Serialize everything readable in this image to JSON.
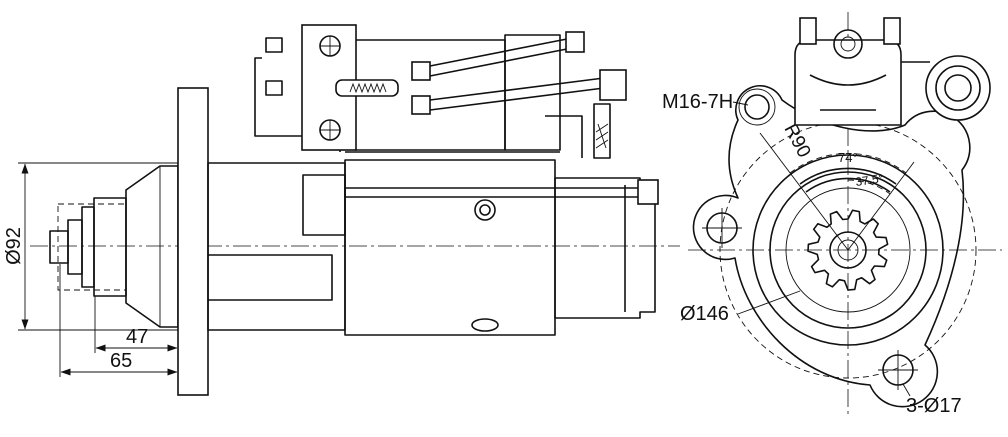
{
  "labels": {
    "diameter_92": "Ø92",
    "dim_47": "47",
    "dim_65": "65",
    "thread": "M16-7H",
    "radius": "R90",
    "angle_74": "74°",
    "angle_37_5": "37.5°",
    "diameter_146": "Ø146",
    "holes": "3-Ø17"
  },
  "colors": {
    "line": "#111111",
    "background": "#ffffff"
  },
  "gear": {
    "teeth": 11
  }
}
